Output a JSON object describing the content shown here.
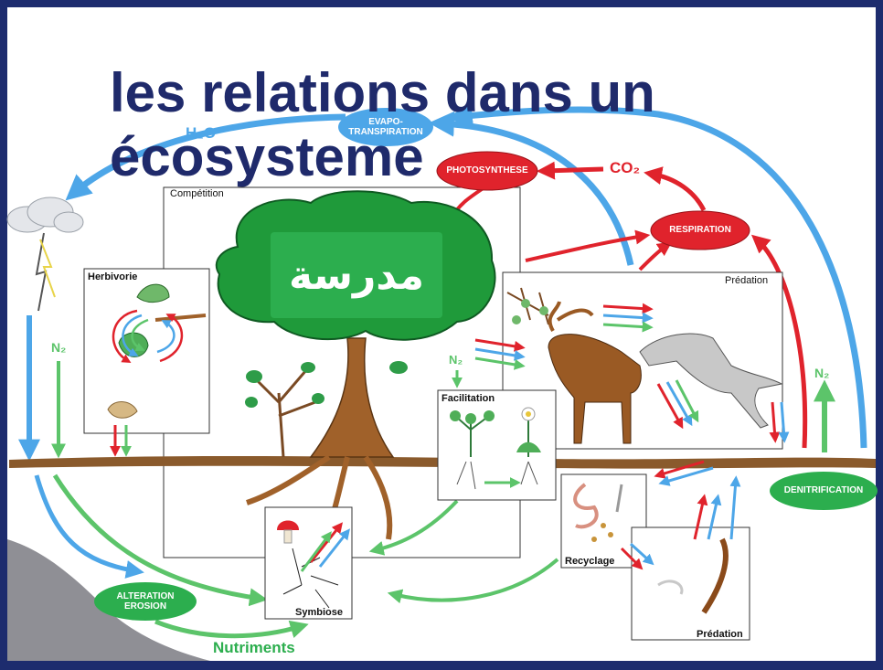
{
  "title": {
    "line1": "les relations dans un",
    "line2": "écosysteme"
  },
  "labels": {
    "h2o": "H₂O",
    "co2": "CO₂",
    "n2_left": "N₂",
    "n2_center": "N₂",
    "n2_right": "N₂",
    "nutriments": "Nutriments"
  },
  "ovals": {
    "evapotranspiration": "EVAPO-\nTRANSPIRATION",
    "photosynthese": "PHOTOSYNTHESE",
    "respiration": "RESPIRATION",
    "alteration": "ALTERATION\nEROSION",
    "denitrification": "DENITRIFICATION"
  },
  "panels": {
    "competition": "Compétition",
    "herbivorie": "Herbivorie",
    "predation_top": "Prédation",
    "facilitation": "Facilitation",
    "symbiose": "Symbiose",
    "recyclage": "Recyclage",
    "predation_bottom": "Prédation"
  },
  "watermark": "مدرسة",
  "colors": {
    "water_blue": "#4da6e8",
    "nutrient_green": "#5cc46a",
    "carbon_red": "#e0232c",
    "title_navy": "#1f2a6b",
    "tree_green": "#1f9a3a",
    "trunk_brown": "#a0612a",
    "ground": "#8a5a2c"
  }
}
